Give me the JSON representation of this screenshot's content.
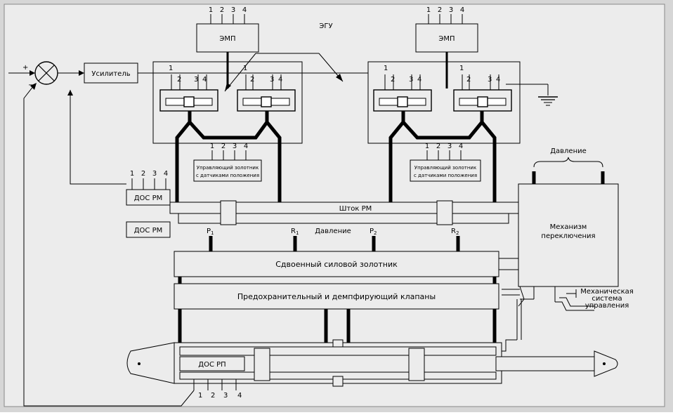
{
  "labels": {
    "emp": "ЭМП",
    "egu": "ЭГУ",
    "amplifier": "Усилитель",
    "control_spool": "Управляющий золотник",
    "control_spool_sub": "с датчиками положения",
    "dos_rm": "ДОС РМ",
    "dos_rp": "ДОС РП",
    "rod_rm": "Шток РМ",
    "pressure_mid": "Давление",
    "pressure_right": "Давление",
    "p1": "P",
    "p1_sub": "1",
    "r1": "R",
    "r1_sub": "1",
    "p2": "P",
    "p2_sub": "2",
    "r2": "R",
    "r2_sub": "2",
    "dual_spool": "Сдвоенный силовой золотник",
    "safety_valves": "Предохранительный и демпфирующий клапаны",
    "switch_mech_1": "Механизм",
    "switch_mech_2": "переключения",
    "mech_ctrl_1": "Механическая",
    "mech_ctrl_2": "система",
    "mech_ctrl_3": "управления",
    "plus": "+",
    "minus": "−",
    "n1": "1",
    "n2": "2",
    "n3": "3",
    "n4": "4"
  },
  "colors": {
    "frame": "#d6d6d6",
    "panel": "#ececec",
    "line": "#000000"
  }
}
